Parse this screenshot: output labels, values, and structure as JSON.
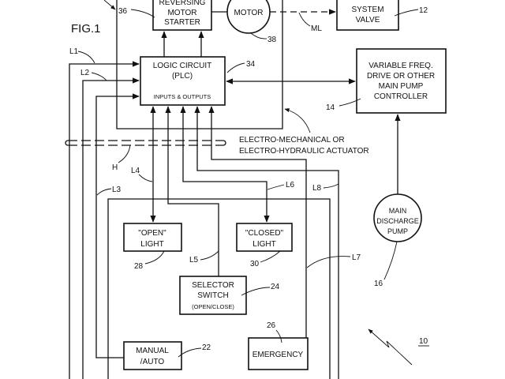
{
  "figure_label": "FIG.1",
  "blocks": {
    "starter": {
      "lines": [
        "REVERSING",
        "MOTOR",
        "STARTER"
      ],
      "ref": "36"
    },
    "motor": {
      "label": "MOTOR",
      "ref": "38"
    },
    "motor_link": "ML",
    "valve": {
      "lines": [
        "SYSTEM",
        "VALVE"
      ],
      "ref": "12"
    },
    "logic": {
      "line1": "LOGIC CIRCUIT",
      "line2": "(PLC)",
      "line3": "INPUTS & OUTPUTS",
      "ref": "34"
    },
    "vfd": {
      "lines": [
        "VARIABLE FREQ.",
        "DRIVE OR OTHER",
        "MAIN PUMP",
        "CONTROLLER"
      ],
      "ref": "14"
    },
    "pump": {
      "lines": [
        "MAIN",
        "DISCHARGE",
        "PUMP"
      ],
      "ref": "16"
    },
    "actuator": {
      "lines": [
        "ELECTRO-MECHANICAL OR",
        "ELECTRO-HYDRAULIC ACTUATOR"
      ]
    },
    "harness": "H",
    "open_light": {
      "lines": [
        "\"OPEN\"",
        "LIGHT"
      ],
      "ref": "28"
    },
    "closed_light": {
      "lines": [
        "\"CLOSED\"",
        "LIGHT"
      ],
      "ref": "30"
    },
    "selector": {
      "lines": [
        "SELECTOR",
        "SWITCH",
        "(OPEN/CLOSE)"
      ],
      "ref": "24"
    },
    "manual": {
      "lines": [
        "MANUAL",
        "/AUTO"
      ],
      "ref": "22"
    },
    "emergency": {
      "label": "EMERGENCY",
      "ref": "26"
    },
    "system_ref": "10"
  },
  "lines": {
    "l1": "L1",
    "l2": "L2",
    "l3": "L3",
    "l4": "L4",
    "l5": "L5",
    "l6": "L6",
    "l7": "L7",
    "l8": "L8"
  }
}
